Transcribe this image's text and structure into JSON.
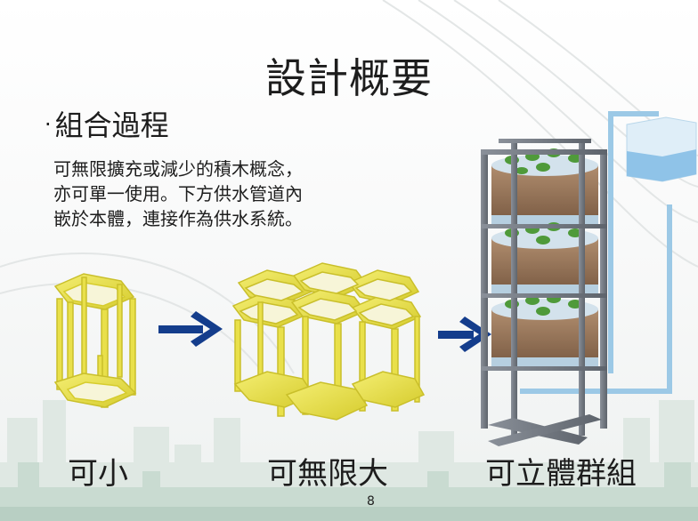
{
  "slide": {
    "title": "設計概要",
    "subtitle_bullet": "·",
    "subtitle": "組合過程",
    "description_lines": [
      "可無限擴充或減少的積木概念，",
      "亦可單一使用。下方供水管道內",
      "嵌於本體，連接作為供水系統。"
    ],
    "captions": [
      "可小",
      "可無限大",
      "可立體群組"
    ],
    "page_number": "8"
  },
  "colors": {
    "module_yellow": "#e9e04a",
    "arrow_blue": "#143d8c",
    "frame_gray": "#6f7680",
    "pipe_blue": "#9cc9e6",
    "plant_green": "#4f9a3a"
  }
}
